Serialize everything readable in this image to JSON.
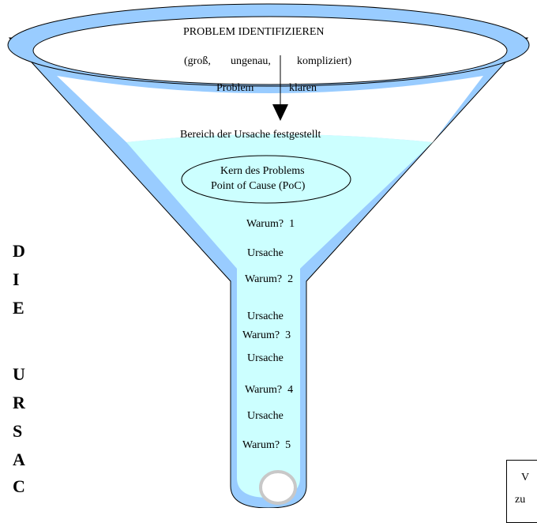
{
  "title": "PROBLEM    IDENTIFIZIEREN",
  "qualifiers": [
    "(groß,",
    "ungenau,",
    "kompliziert)"
  ],
  "clarify": [
    "Problem",
    "klären"
  ],
  "area_found": "Bereich der Ursache festgestellt",
  "core": [
    "Kern des Problems",
    "Point of Cause (PoC)"
  ],
  "chain": [
    {
      "why": "Warum?",
      "num": "1",
      "cause": "Ursache"
    },
    {
      "why": "Warum?",
      "num": "2",
      "cause": "Ursache"
    },
    {
      "why": "Warum?",
      "num": "3",
      "cause": "Ursache"
    },
    {
      "why": "Warum?",
      "num": "4",
      "cause": "Ursache"
    },
    {
      "why": "Warum?",
      "num": "5",
      "cause": ""
    }
  ],
  "vertical_letters": [
    "D",
    "I",
    "E",
    "",
    "U",
    "R",
    "S",
    "A",
    "C"
  ],
  "side_box": [
    "V",
    "zu"
  ],
  "colors": {
    "funnel_wall": "#99ccff",
    "liquid": "#ccffff",
    "outline": "#000000"
  }
}
